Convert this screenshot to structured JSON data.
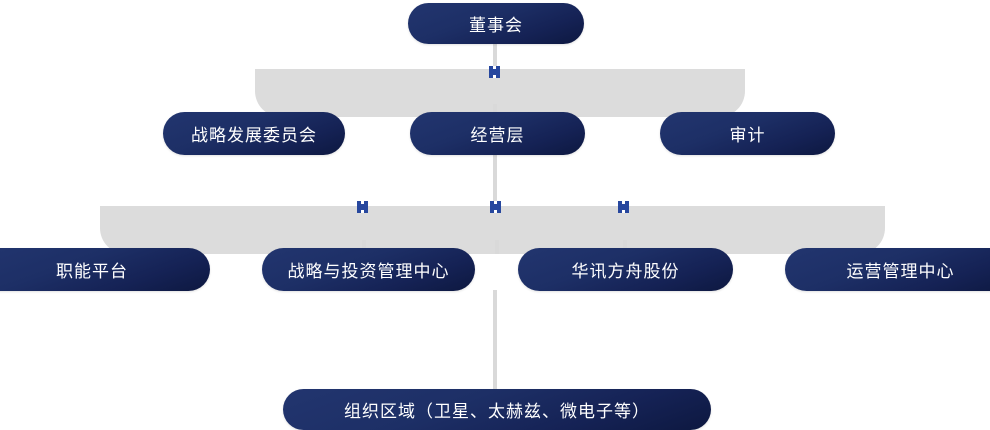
{
  "chart": {
    "type": "org-chart",
    "title": "",
    "accent_color": "#1d2f66",
    "band_color": "#dcdcdc",
    "marker_color": "#27479e",
    "connector_color": "#d9d9d9"
  },
  "nodes": {
    "board": "董事会",
    "strategy_committee": "战略发展委员会",
    "management": "经营层",
    "audit": "审计",
    "function_platform": "职能平台",
    "investment_center": "战略与投资管理中心",
    "huaxun": "华讯方舟股份",
    "operations_center": "运营管理中心",
    "region": "组织区域（卫星、太赫兹、微电子等）"
  },
  "levels": [
    {
      "index": 0,
      "labels": [
        "董事会"
      ]
    },
    {
      "index": 1,
      "labels": [
        "战略发展委员会",
        "经营层",
        "审计"
      ]
    },
    {
      "index": 2,
      "labels": [
        "职能平台",
        "战略与投资管理中心",
        "华讯方舟股份",
        "运营管理中心"
      ]
    },
    {
      "index": 3,
      "labels": [
        "组织区域（卫星、太赫兹、微电子等）"
      ]
    }
  ]
}
